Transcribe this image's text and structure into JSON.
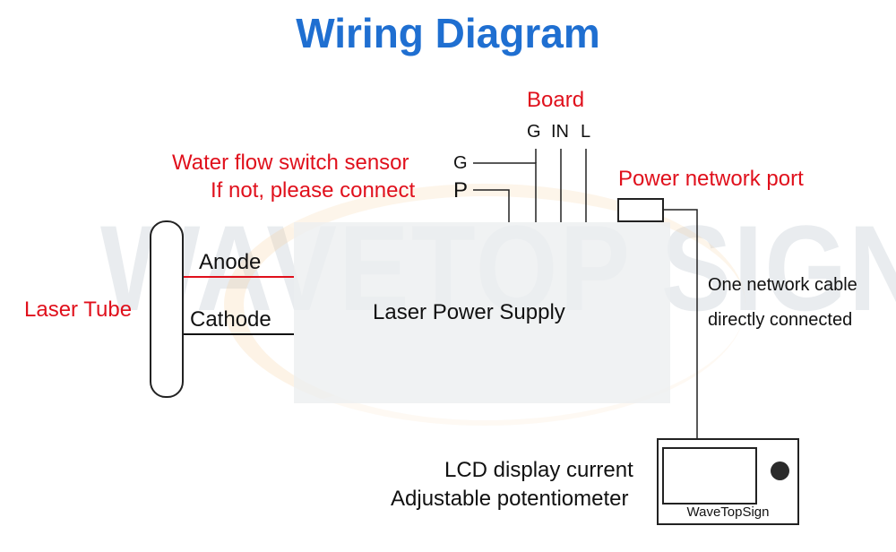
{
  "title": "Wiring Diagram",
  "watermark": "WAVETOP SIGN",
  "board": {
    "label": "Board",
    "pins": [
      "G",
      "IN",
      "L"
    ]
  },
  "water_sensor": {
    "label": "Water flow switch sensor",
    "pin": "G"
  },
  "connect_note": {
    "label": "If not, please connect",
    "pin": "P"
  },
  "power_network_port": "Power network port",
  "laser_tube": "Laser Tube",
  "anode": "Anode",
  "cathode": "Cathode",
  "power_supply": "Laser Power Supply",
  "cable_note": [
    "One network cable",
    "directly connected"
  ],
  "lcd_note": [
    "LCD display current",
    "Adjustable potentiometer"
  ],
  "lcd_brand": "WaveTopSign",
  "colors": {
    "title": "#1f6fd1",
    "label_red": "#e0101c",
    "anode_wire": "#e0101c",
    "cathode_wire": "#111111"
  }
}
